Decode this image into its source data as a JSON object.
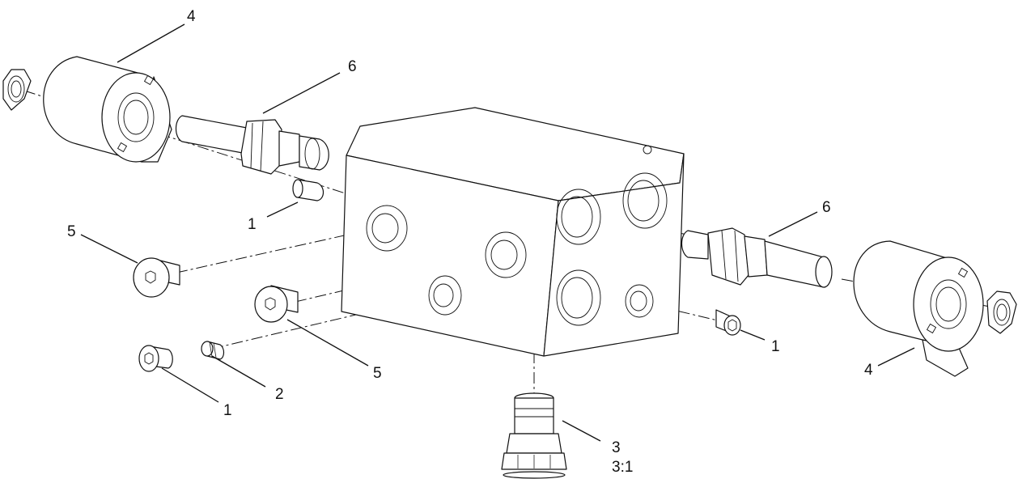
{
  "callouts": {
    "c4_top": "4",
    "c6_top": "6",
    "c1_mid": "1",
    "c5_left": "5",
    "c5_mid": "5",
    "c2": "2",
    "c1_bottom": "1",
    "c3": "3",
    "c3_scale": "3:1",
    "c6_right": "6",
    "c1_right": "1",
    "c4_right": "4"
  }
}
